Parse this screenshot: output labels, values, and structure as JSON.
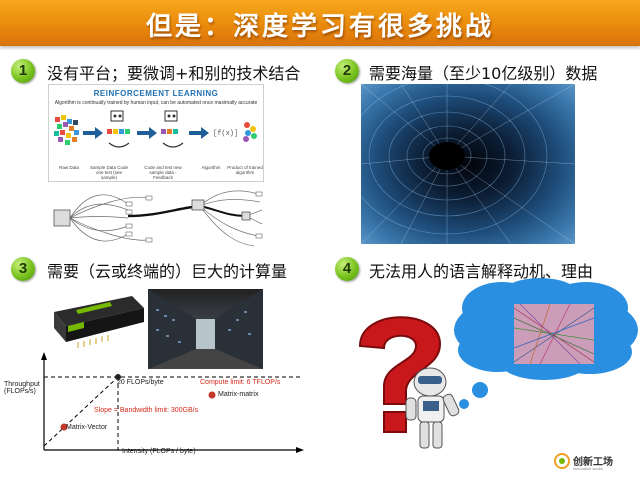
{
  "slide": {
    "title": "但是：深度学习有很多挑战"
  },
  "sections": [
    {
      "number": "1",
      "text": "没有平台；要微调+和别的技术结合"
    },
    {
      "number": "2",
      "text": "需要海量（至少10亿级别）数据"
    },
    {
      "number": "3",
      "text": "需要（云或终端的）巨大的计算量"
    },
    {
      "number": "4",
      "text": "无法用人的语言解释动机、理由"
    }
  ],
  "rl_figure": {
    "heading": "REINFORCEMENT LEARNING",
    "subtitle": "Algorithm is continually trained by human input, can be automated once maximally accurate",
    "captions": [
      "Raw Data",
      "Sample Data\nCode one test (see sample)",
      "Code and test new sample\ndata - Feedback",
      "Algorithm",
      "Product of trained\nalgorithm"
    ]
  },
  "chart": {
    "ylabel": "Throughput\n(FLOPs/s)",
    "xlabel": "Intensity (FLOPs / byte)",
    "ridge_label": "20 FLOPs/byte",
    "compute_limit": "Compute limit:  6 TFLOP/s",
    "slope_label": "Slope = Bandwidth limit:  300GB/s",
    "point_high": "Matrix-matrix",
    "point_low": "Matrix-Vector"
  },
  "chart_data": {
    "type": "line",
    "xlabel": "Intensity (FLOPs / byte)",
    "ylabel": "Throughput (FLOPs/s)",
    "ridge_point_flops_per_byte": 20,
    "compute_limit_tflops": 6,
    "bandwidth_limit_gbs": 300,
    "points": [
      {
        "name": "Matrix-Vector"
      },
      {
        "name": "Matrix-matrix"
      }
    ]
  },
  "logo": {
    "name": "创新工场",
    "tagline": "innovation works"
  },
  "colors": {
    "title_bar": "#ee8f10",
    "number_badge": "#77c21d",
    "compute_limit_text": "#d12b1b",
    "point_fill": "#c0392b"
  }
}
